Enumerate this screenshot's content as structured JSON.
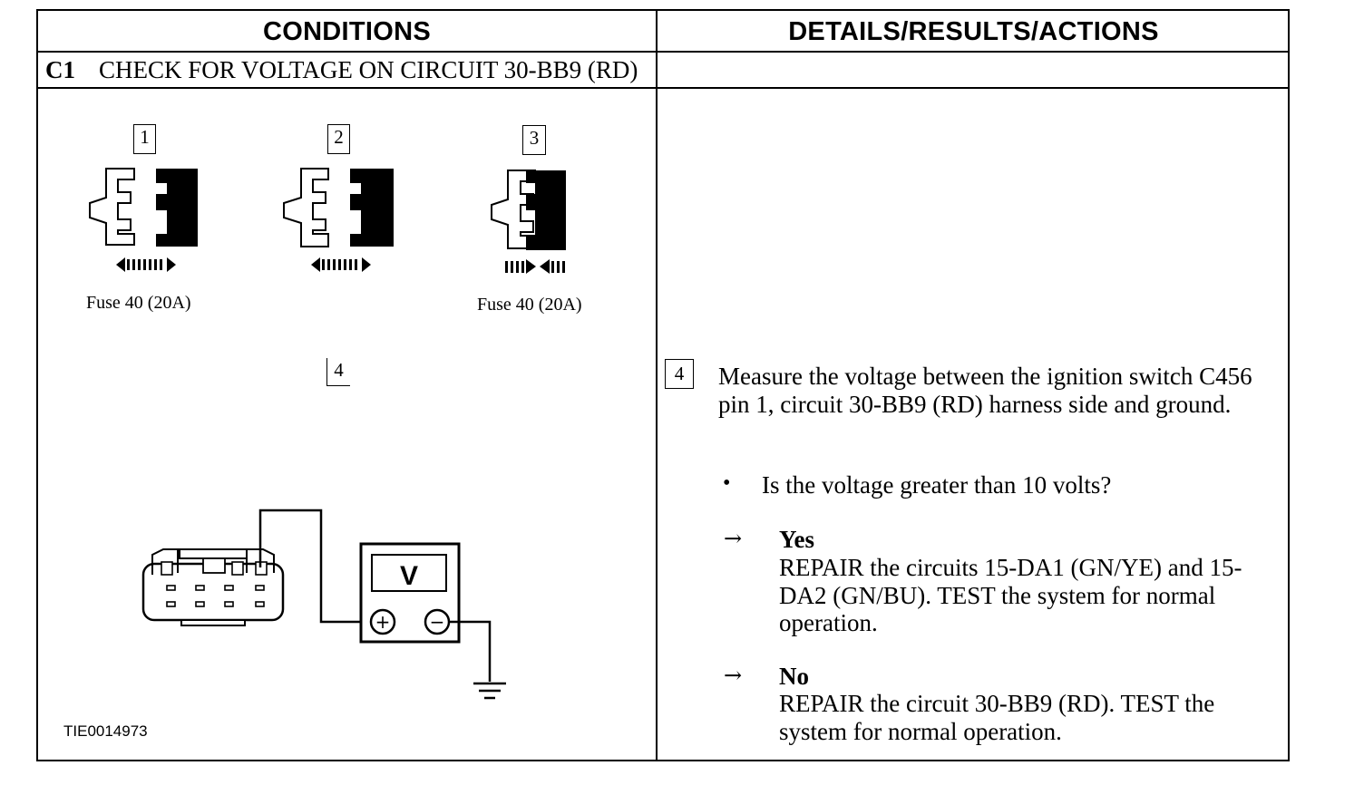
{
  "header": {
    "conditions": "CONDITIONS",
    "details": "DETAILS/RESULTS/ACTIONS"
  },
  "step": {
    "id": "C1",
    "title": "CHECK FOR VOLTAGE ON CIRCUIT 30-BB9 (RD)"
  },
  "diagram": {
    "callouts": [
      "1",
      "2",
      "3",
      "4"
    ],
    "fuse_label_1": "Fuse 40 (20A)",
    "fuse_label_3": "Fuse 40 (20A)",
    "meter_label": "V",
    "meter_plus": "+",
    "meter_minus": "−",
    "reference_id": "TIE0014973"
  },
  "details": {
    "callout": "4",
    "instruction": "Measure the voltage between the ignition switch C456 pin 1, circuit 30-BB9 (RD) harness side and ground.",
    "bullet": "•",
    "question": "Is the voltage greater than 10 volts?",
    "arrow": "→",
    "yes_label": "Yes",
    "yes_action": "REPAIR the circuits 15-DA1 (GN/YE) and 15-DA2 (GN/BU). TEST the system for normal operation.",
    "no_label": "No",
    "no_action": "REPAIR the circuit 30-BB9 (RD). TEST the system for normal operation."
  }
}
